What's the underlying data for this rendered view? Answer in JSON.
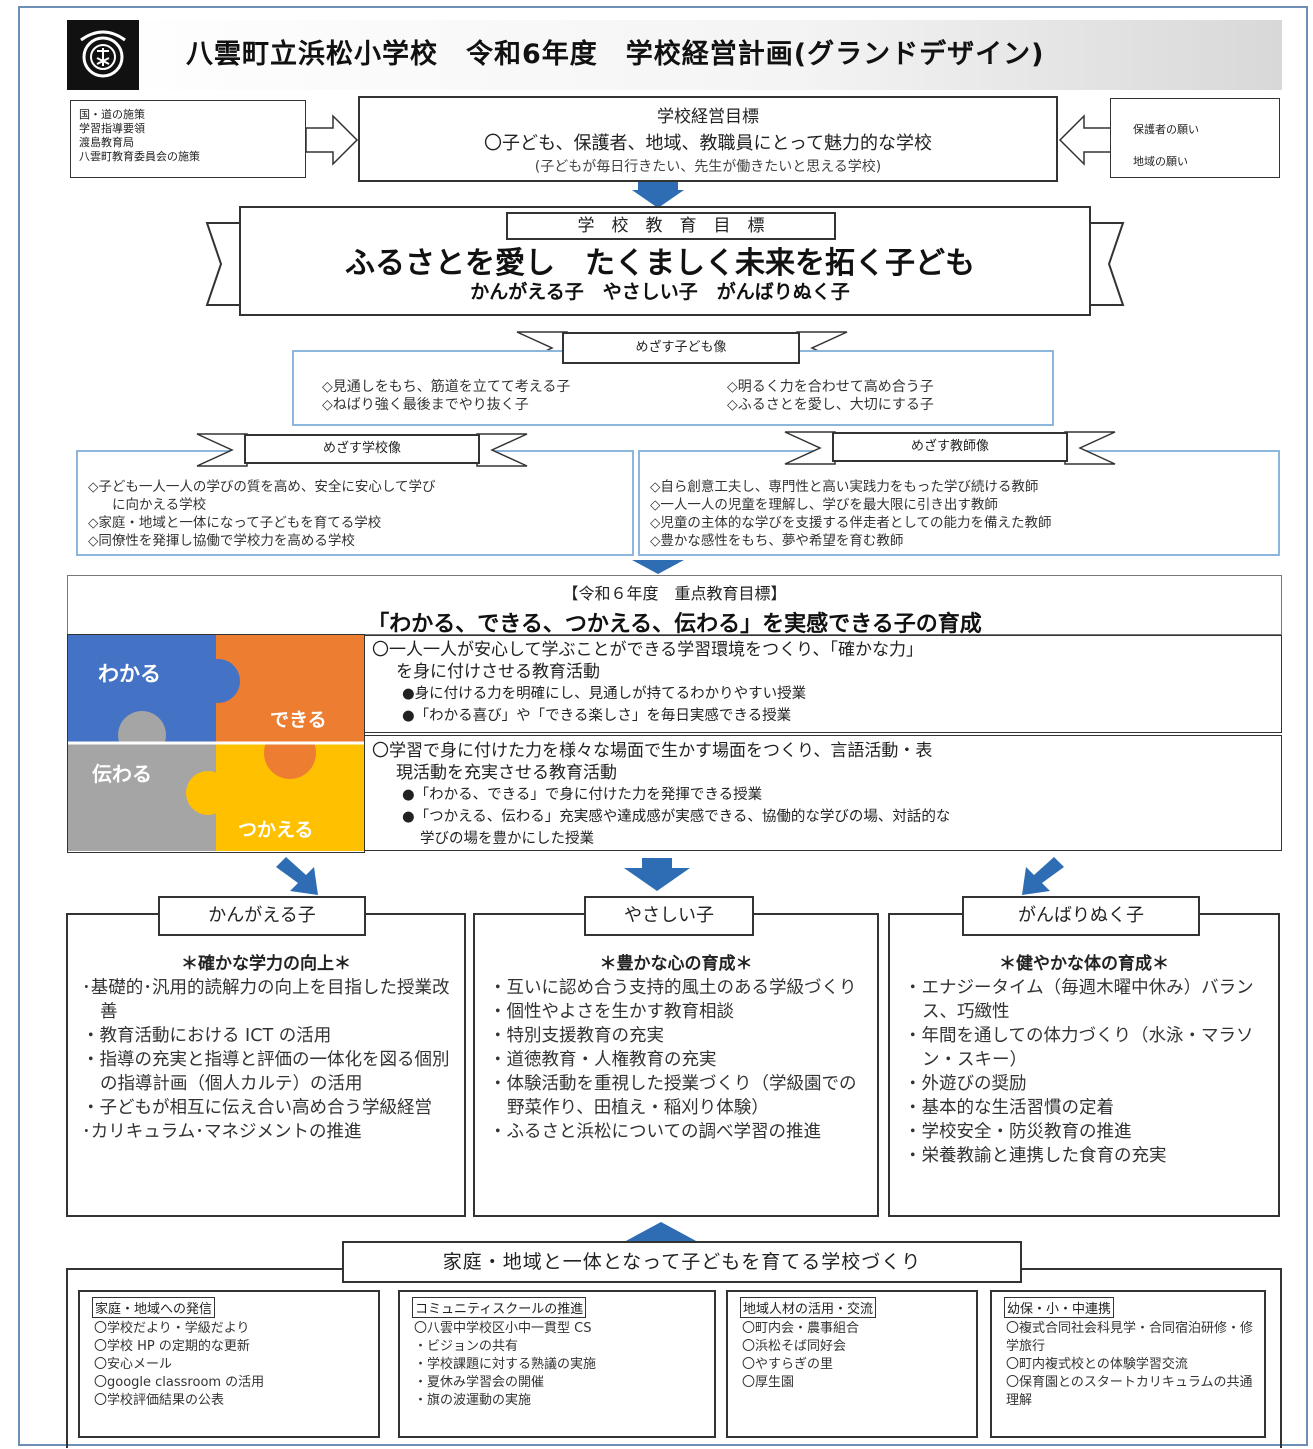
{
  "header": {
    "title": "八雲町立浜松小学校　令和6年度　学校経営計画(グランドデザイン)"
  },
  "left_inputs": [
    "国・道の施策",
    "学習指導要領",
    "渡島教育局",
    "八雲町教育委員会の施策"
  ],
  "right_inputs": [
    "保護者の願い",
    "地域の願い"
  ],
  "management_goal": {
    "title": "学校経営目標",
    "main": "〇子ども、保護者、地域、教職員にとって魅力的な学校",
    "sub": "(子どもが毎日行きたい、先生が働きたいと思える学校)"
  },
  "education_goal": {
    "label": "学　校　教　育　目　標",
    "main": "ふるさとを愛し　たくましく未来を拓く子ども",
    "sub": "かんがえる子　やさしい子　がんばりぬく子"
  },
  "child_image": {
    "label": "めざす子ども像",
    "items": [
      "◇見通しをもち、筋道を立てて考える子",
      "◇明るく力を合わせて高め合う子",
      "◇ねばり強く最後までやり抜く子",
      "◇ふるさとを愛し、大切にする子"
    ]
  },
  "school_image": {
    "label": "めざす学校像",
    "items": [
      "◇子ども一人一人の学びの質を高め、安全に安心して学び",
      "に向かえる学校",
      "◇家庭・地域と一体になって子どもを育てる学校",
      "◇同僚性を発揮し協働で学校力を高める学校"
    ]
  },
  "teacher_image": {
    "label": "めざす教師像",
    "items": [
      "◇自ら創意工夫し、専門性と高い実践力をもった学び続ける教師",
      "◇一人一人の児童を理解し、学びを最大限に引き出す教師",
      "◇児童の主体的な学びを支援する伴走者としての能力を備えた教師",
      "◇豊かな感性をもち、夢や希望を育む教師"
    ]
  },
  "priority": {
    "label": "【令和６年度　重点教育目標】",
    "main": "「わかる、できる、つかえる、伝わる」を実感できる子の育成"
  },
  "puzzle": {
    "wakaru": "わかる",
    "dekiru": "できる",
    "tsutawaru": "伝わる",
    "tsukaeru": "つかえる",
    "colors": {
      "blue": "#4472c4",
      "orange": "#ed7d31",
      "gray": "#a5a5a5",
      "yellow": "#ffc000"
    }
  },
  "focus1": {
    "line1": "〇一人一人が安心して学ぶことができる学習環境をつくり、「確かな力」",
    "line2": "を身に付けさせる教育活動",
    "b1": "●身に付ける力を明確にし、見通しが持てるわかりやすい授業",
    "b2": "●「わかる喜び」や「できる楽しさ」を毎日実感できる授業"
  },
  "focus2": {
    "line1": "〇学習で身に付けた力を様々な場面で生かす場面をつくり、言語活動・表",
    "line2": "現活動を充実させる教育活動",
    "b1": "●「わかる、できる」で身に付けた力を発揮できる授業",
    "b2": "●「つかえる、伝わる」充実感や達成感が実感できる、協働的な学びの場、対話的な",
    "b3": "学びの場を豊かにした授業"
  },
  "columns": [
    {
      "tab": "かんがえる子",
      "head": "＊確かな学力の向上＊",
      "items": [
        "･基礎的･汎用的読解力の向上を目指した授業改善",
        "・教育活動における ICT の活用",
        "・指導の充実と指導と評価の一体化を図る個別の指導計画（個人カルテ）の活用",
        "・子どもが相互に伝え合い高め合う学級経営",
        "･カリキュラム･マネジメントの推進"
      ]
    },
    {
      "tab": "やさしい子",
      "head": "＊豊かな心の育成＊",
      "items": [
        "・互いに認め合う支持的風土のある学級づくり",
        "・個性やよさを生かす教育相談",
        "・特別支援教育の充実",
        "・道徳教育・人権教育の充実",
        "・体験活動を重視した授業づくり（学級園での野菜作り、田植え・稲刈り体験）",
        "・ふるさと浜松についての調べ学習の推進"
      ]
    },
    {
      "tab": "がんばりぬく子",
      "head": "＊健やかな体の育成＊",
      "items": [
        "・エナジータイム（毎週木曜中休み）バランス、巧緻性",
        "・年間を通しての体力づくり（水泳・マラソン・スキー）",
        "・外遊びの奨励",
        "・基本的な生活習慣の定着",
        "・学校安全・防災教育の推進",
        "・栄養教諭と連携した食育の充実"
      ]
    }
  ],
  "community": {
    "label": "家庭・地域と一体となって子どもを育てる学校づくり",
    "boxes": [
      {
        "title": "家庭・地域への発信",
        "items": [
          "〇学校だより・学級だより",
          "〇学校 HP の定期的な更新",
          "〇安心メール",
          "〇google classroom の活用",
          "〇学校評価結果の公表"
        ]
      },
      {
        "title": "コミュニティスクールの推進",
        "items": [
          "〇八雲中学校区小中一貫型 CS",
          "・ビジョンの共有",
          "・学校課題に対する熟議の実施",
          "・夏休み学習会の開催",
          "・旗の波運動の実施"
        ]
      },
      {
        "title": "地域人材の活用・交流",
        "items": [
          "〇町内会・農事組合",
          "〇浜松そば同好会",
          "〇やすらぎの里",
          "〇厚生園"
        ]
      },
      {
        "title": "幼保・小・中連携",
        "items": [
          "〇複式合同社会科見学・合同宿泊研修・修学旅行",
          "〇町内複式校との体験学習交流",
          "〇保育園とのスタートカリキュラムの共通理解"
        ]
      }
    ]
  }
}
